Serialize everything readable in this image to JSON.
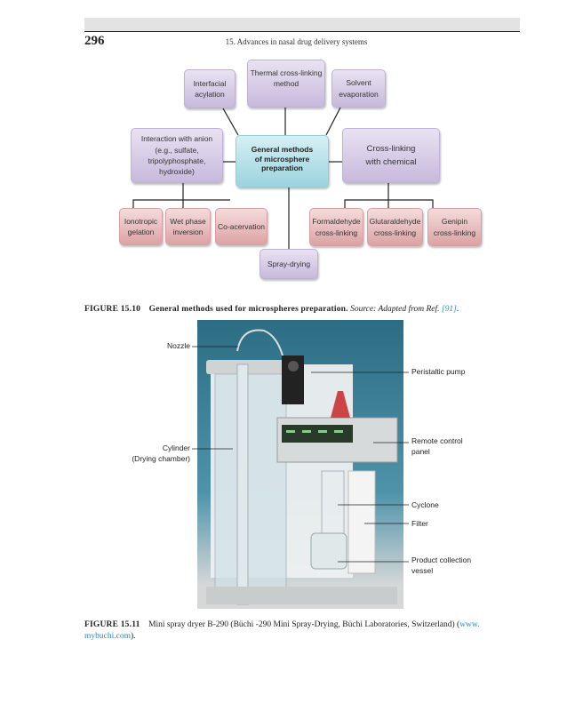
{
  "header": {
    "page_number": "296",
    "running_head": "15.  Advances in nasal drug delivery systems"
  },
  "diagram": {
    "center": "General methods\nof microsphere\npreparation",
    "interfacial": "Interfacial\nacylation",
    "thermal": "Thermal cross-linking\nmethod",
    "solvent": "Solvent\nevaporation",
    "anion": "Interaction with anion\n(e.g., sulfate,\ntripolyphosphate,\nhydroxide)",
    "chemical": "Cross-linking\nwith chemical",
    "ionotropic": "Ionotropic\ngelation",
    "wet_phase": "Wet phase\ninversion",
    "coacervation": "Co-acervation",
    "formaldehyde": "Formaldehyde\ncross-linking",
    "glutaraldehyde": "Glutaraldehyde\ncross-linking",
    "genipin": "Genipin\ncross-linking",
    "spray": "Spray-drying"
  },
  "fig1": {
    "label": "FIGURE 15.10",
    "title": "General methods used for microspheres preparation.",
    "source": "Source: Adapted from Ref.",
    "ref": "[91]",
    "end": "."
  },
  "photo_labels": {
    "nozzle": "Nozzle",
    "pump": "Peristaltic pump",
    "remote": "Remote control\npanel",
    "cylinder": "Cylinder\n(Drying chamber)",
    "cyclone": "Cyclone",
    "filter": "Filter",
    "vessel": "Product collection\nvessel"
  },
  "fig2": {
    "label": "FIGURE 15.11",
    "text": "Mini spray dryer B-290 (Büchi -290 Mini Spray-Drying, Büchi Laboratories, Switzerland) (",
    "link": "www.\nmybuchi.com",
    "end": ")."
  }
}
